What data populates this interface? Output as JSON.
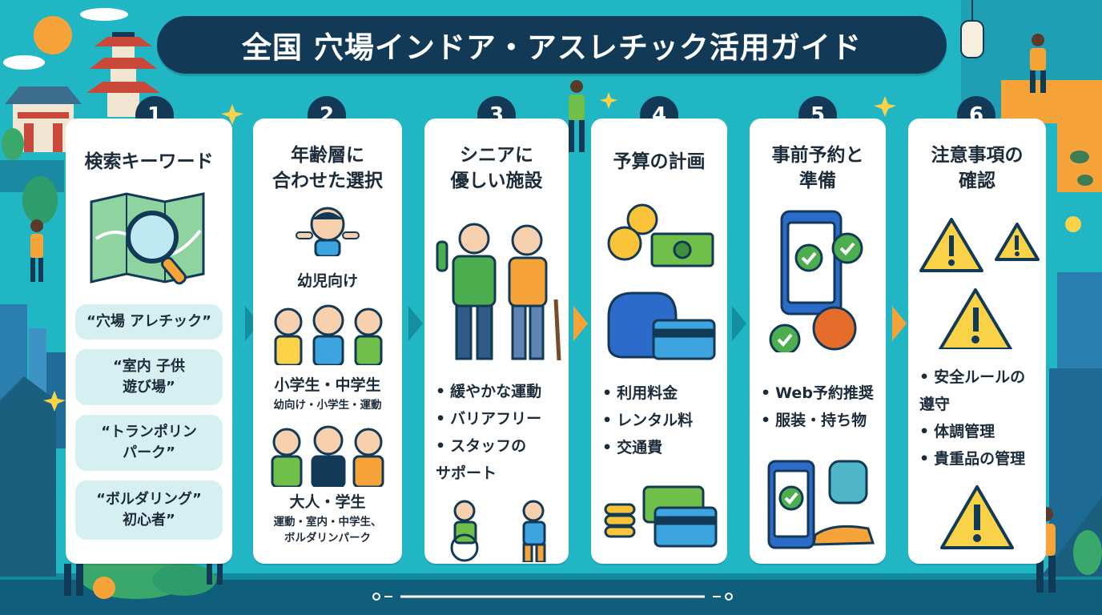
{
  "title": "全国 穴場インドア・アスレチック活用ガイド",
  "colors": {
    "background": "#20b6c4",
    "title_bar": "#123a57",
    "card": "#ffffff",
    "accent_orange": "#f6a33a",
    "pill": "#d6f0f2"
  },
  "steps": [
    {
      "number": "1",
      "heading": "検索キーワード",
      "icon": "map-magnifier-icon",
      "keywords": [
        "“穴場 アレチック”",
        "“室内 子供\n遊び場”",
        "“トランポリン\nパーク”",
        "“ボルダリング”\n初心者”"
      ]
    },
    {
      "number": "2",
      "heading": "年齢層に\n合わせた選択",
      "groups": [
        {
          "label": "幼児向け",
          "sub": ""
        },
        {
          "label": "小学生・中学生",
          "sub": "幼向け・小学生・運動"
        },
        {
          "label": "大人・学生",
          "sub": "運動・室内・中学生、\nボルダリンパーク"
        }
      ]
    },
    {
      "number": "3",
      "heading": "シニアに\n優しい施設",
      "bullets": [
        "緩やかな運動",
        "バリアフリー",
        "スタッフの\nサポート"
      ]
    },
    {
      "number": "4",
      "heading": "予算の計画",
      "bullets": [
        "利用料金",
        "レンタル料",
        "交通費"
      ]
    },
    {
      "number": "5",
      "heading": "事前予約と\n準備",
      "bullets": [
        "Web予約推奨",
        "服装・持ち物"
      ]
    },
    {
      "number": "6",
      "heading": "注意事項の\n確認",
      "bullets": [
        "安全ルールの\n遵守",
        "体調管理",
        "貴重品の管理"
      ]
    }
  ]
}
